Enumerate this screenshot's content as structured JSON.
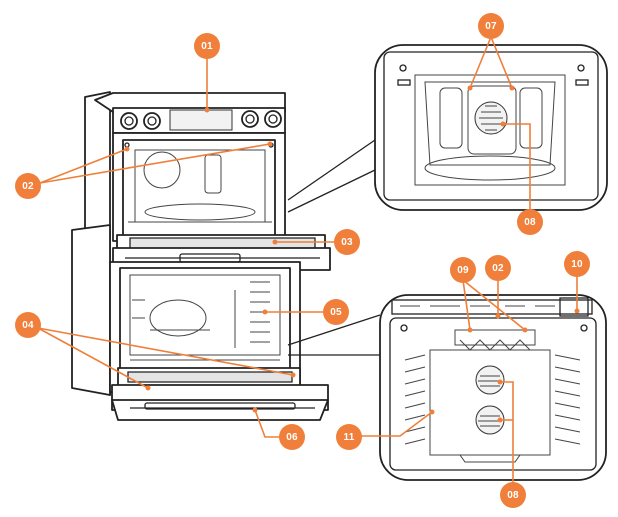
{
  "colors": {
    "accent": "#ef7f3a",
    "line": "#222222",
    "background": "#ffffff"
  },
  "callouts": {
    "c01": "01",
    "c02_top": "02",
    "c07": "07",
    "c08_top": "08",
    "c03": "03",
    "c02_bottom": "02",
    "c10": "10",
    "c09": "09",
    "c04": "04",
    "c05": "05",
    "c11": "11",
    "c06": "06",
    "c08_bottom": "08"
  }
}
